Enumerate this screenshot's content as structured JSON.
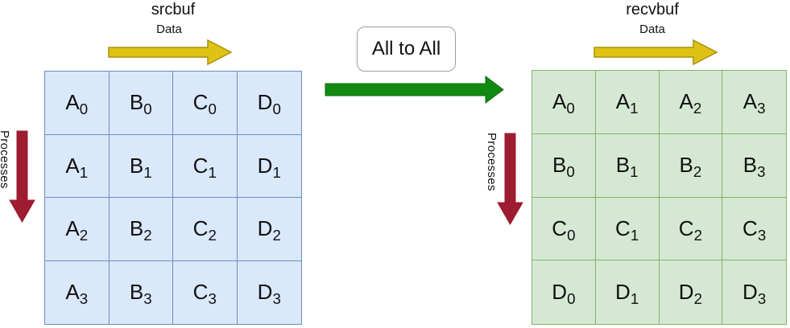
{
  "colors": {
    "cell_blue_fill": "#dae8fc",
    "cell_blue_border": "#6c8ebf",
    "cell_green_fill": "#d5e8d4",
    "cell_green_border": "#82b366",
    "arrow_yellow_fill": "#e0c216",
    "arrow_yellow_stroke": "#a89207",
    "arrow_red_fill": "#9d1c30",
    "arrow_green_fill": "#128a12",
    "arrow_green_stroke": "#0a6e0a",
    "box_border": "#9e9e9e",
    "text": "#111111"
  },
  "left": {
    "title": "srcbuf",
    "data_label": "Data",
    "data_arrow_icon": "right-arrow",
    "processes_label": "Processes",
    "processes_arrow_icon": "down-arrow",
    "grid": {
      "rows": [
        [
          [
            "A",
            "0"
          ],
          [
            "B",
            "0"
          ],
          [
            "C",
            "0"
          ],
          [
            "D",
            "0"
          ]
        ],
        [
          [
            "A",
            "1"
          ],
          [
            "B",
            "1"
          ],
          [
            "C",
            "1"
          ],
          [
            "D",
            "1"
          ]
        ],
        [
          [
            "A",
            "2"
          ],
          [
            "B",
            "2"
          ],
          [
            "C",
            "2"
          ],
          [
            "D",
            "2"
          ]
        ],
        [
          [
            "A",
            "3"
          ],
          [
            "B",
            "3"
          ],
          [
            "C",
            "3"
          ],
          [
            "D",
            "3"
          ]
        ]
      ]
    }
  },
  "center": {
    "label": "All to All",
    "transfer_arrow_icon": "right-arrow"
  },
  "right": {
    "title": "recvbuf",
    "data_label": "Data",
    "data_arrow_icon": "right-arrow",
    "processes_label": "Processes",
    "processes_arrow_icon": "down-arrow",
    "grid": {
      "rows": [
        [
          [
            "A",
            "0"
          ],
          [
            "A",
            "1"
          ],
          [
            "A",
            "2"
          ],
          [
            "A",
            "3"
          ]
        ],
        [
          [
            "B",
            "0"
          ],
          [
            "B",
            "1"
          ],
          [
            "B",
            "2"
          ],
          [
            "B",
            "3"
          ]
        ],
        [
          [
            "C",
            "0"
          ],
          [
            "C",
            "1"
          ],
          [
            "C",
            "2"
          ],
          [
            "C",
            "3"
          ]
        ],
        [
          [
            "D",
            "0"
          ],
          [
            "D",
            "1"
          ],
          [
            "D",
            "2"
          ],
          [
            "D",
            "3"
          ]
        ]
      ]
    }
  }
}
